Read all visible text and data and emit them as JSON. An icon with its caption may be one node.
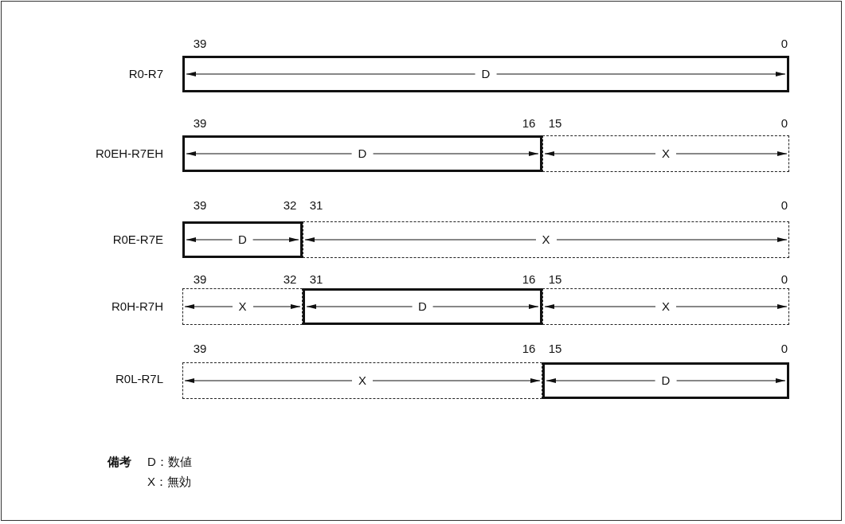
{
  "diagram": {
    "nodes": [
      {
        "text": [
          "D"
        ]
      },
      {
        "text": [
          "D"
        ]
      },
      {
        "text": [
          "X"
        ]
      },
      {
        "text": [
          "D"
        ]
      },
      {
        "text": [
          "X"
        ]
      },
      {
        "text": [
          "X"
        ]
      },
      {
        "text": [
          "D"
        ]
      },
      {
        "text": [
          "X"
        ]
      },
      {
        "text": [
          "X"
        ]
      },
      {
        "text": [
          "D"
        ]
      }
    ],
    "labels": [
      "39",
      "0",
      "R0-R7",
      "39",
      "16",
      "15",
      "0",
      "R0EH-R7EH",
      "39",
      "32",
      "31",
      "0",
      "R0E-R7E",
      "39",
      "32",
      "31",
      "16",
      "15",
      "0",
      "R0H-R7H",
      "39",
      "16",
      "15",
      "0",
      "R0L-R7L",
      "備考",
      "D：数値",
      "X：無効"
    ]
  }
}
